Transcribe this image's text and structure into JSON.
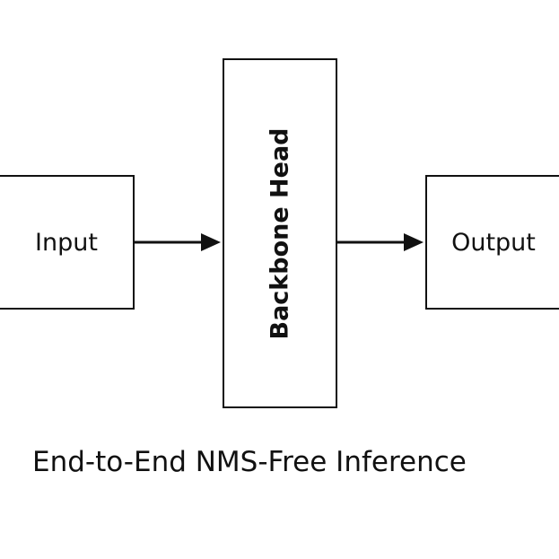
{
  "diagram": {
    "nodes": {
      "input": "Input",
      "backbone_head": "Backbone Head",
      "output": "Output"
    },
    "edges": [
      {
        "from": "input",
        "to": "backbone_head"
      },
      {
        "from": "backbone_head",
        "to": "output"
      }
    ],
    "caption": "End-to-End NMS-Free Inference"
  }
}
